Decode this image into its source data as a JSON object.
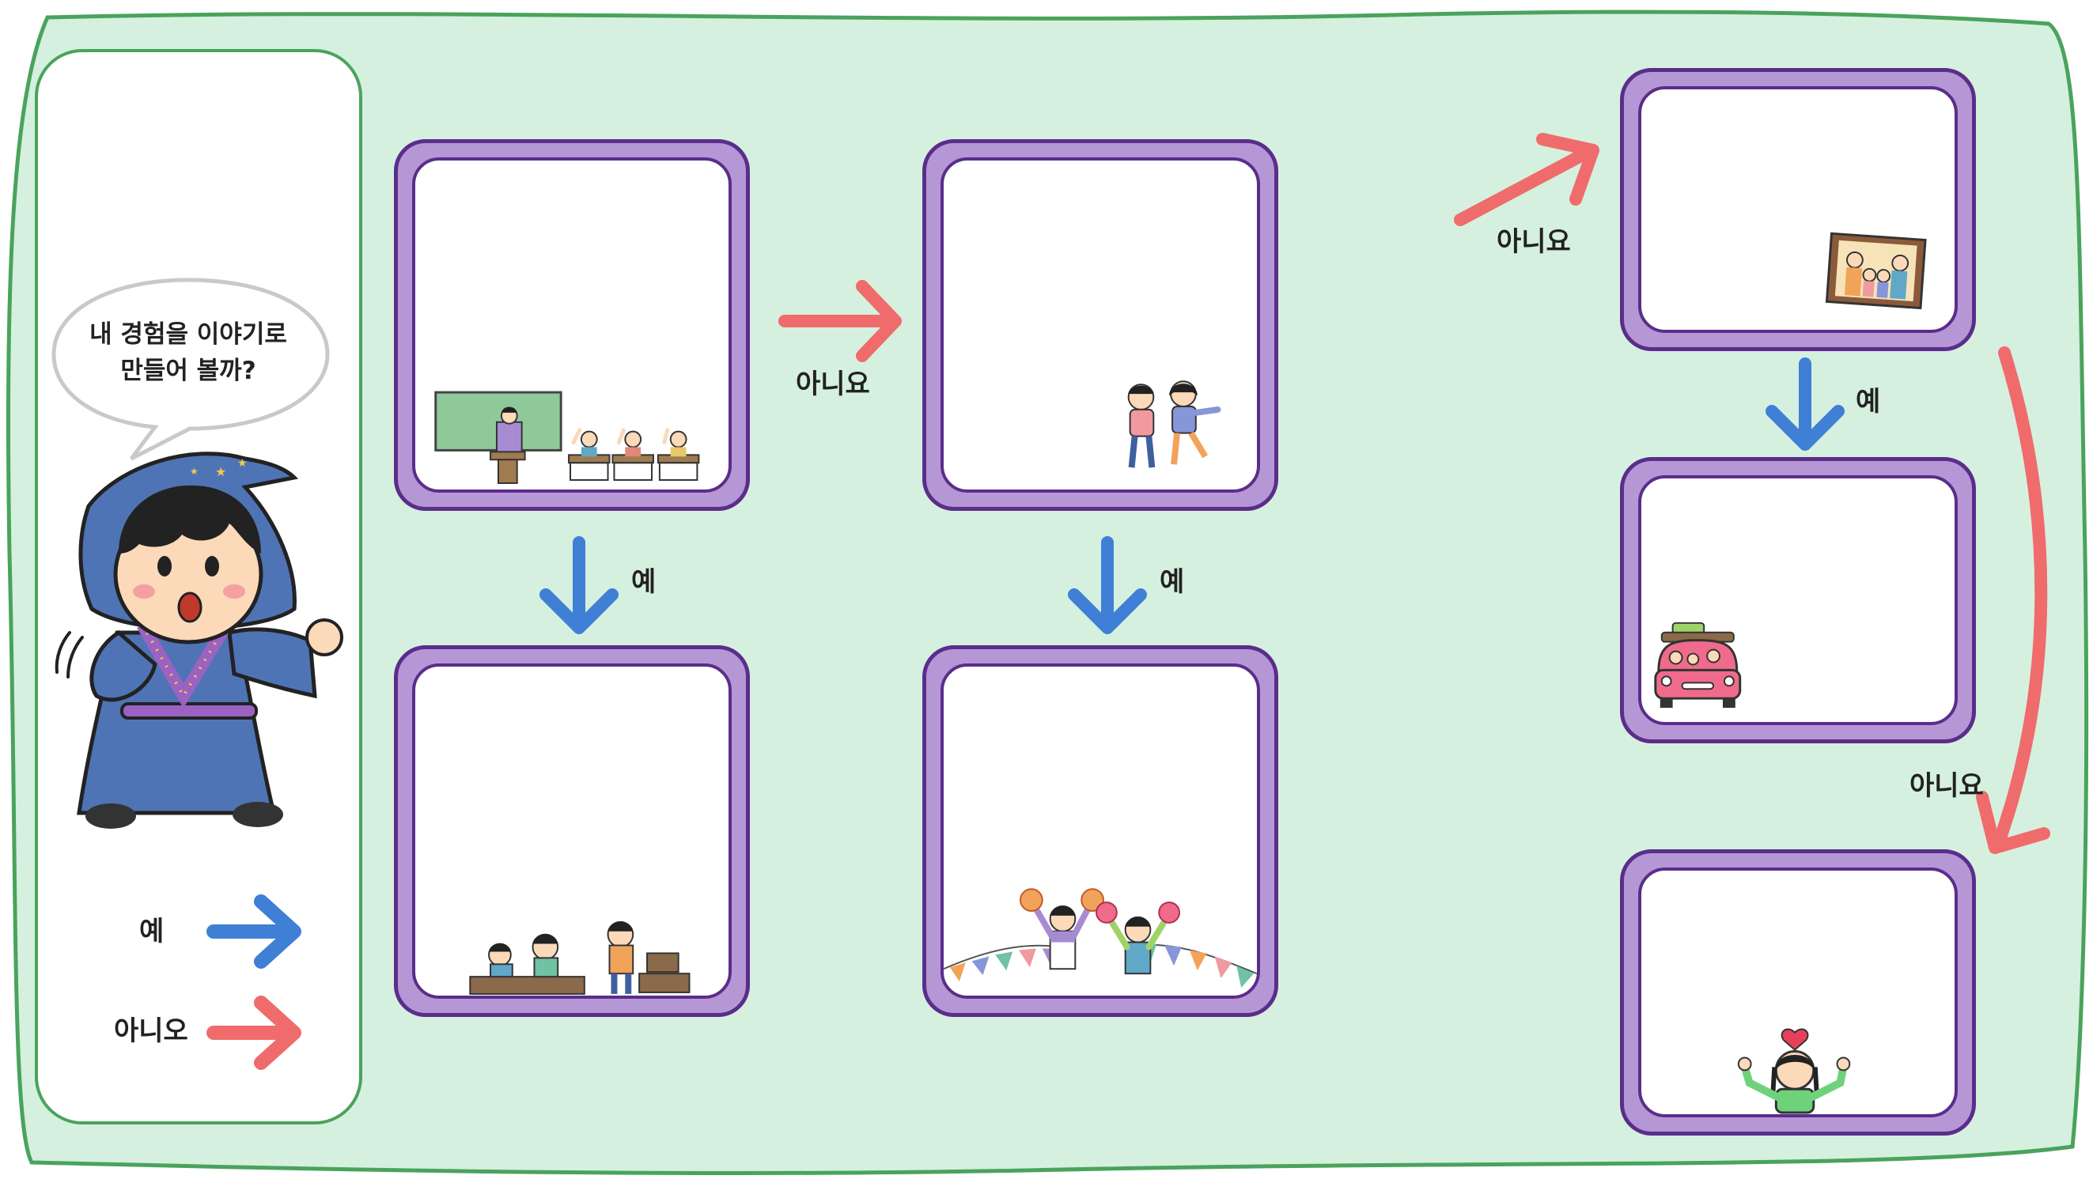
{
  "speech_bubble": {
    "line1": "내 경험을 이야기로",
    "line2": "만들어 볼까?"
  },
  "legend": {
    "yes_label": "예",
    "no_label": "아니오",
    "yes_color": "#3f7fd6",
    "no_color": "#f06b6b"
  },
  "arrows": {
    "yes": "예",
    "no": "아니요"
  },
  "colors": {
    "background": "#d5f0df",
    "frame_border": "#4aa35c",
    "panel_fill": "#b597d6",
    "panel_stroke": "#5b2d8a"
  },
  "panels": [
    {
      "name": "panel-classroom",
      "scene": "teacher at blackboard with students raising hands"
    },
    {
      "name": "panel-playing-friends",
      "scene": "two children playing together"
    },
    {
      "name": "panel-studying-friends",
      "scene": "children at desks looking worried"
    },
    {
      "name": "panel-festival",
      "scene": "children cheering with pom-poms under bunting"
    },
    {
      "name": "panel-family-photo",
      "scene": "framed family photo"
    },
    {
      "name": "panel-family-trip",
      "scene": "family riding in a pink car"
    },
    {
      "name": "panel-happy-child",
      "scene": "child with heart above head"
    }
  ]
}
